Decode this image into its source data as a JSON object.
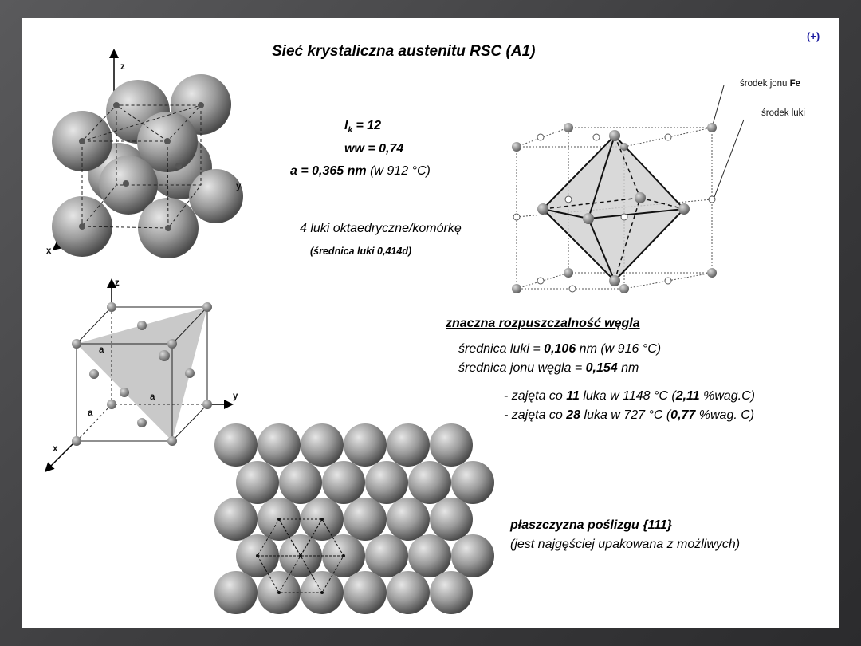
{
  "slide": {
    "title": "Sieć krystaliczna austenitu RSC (A1)",
    "badge": "(+)",
    "params": {
      "lk_sym": "l",
      "lk_sub": "k",
      "lk_val": " = 12",
      "ww": "ww = 0,74",
      "a_bold": "a = 0,365 nm",
      "a_note": " (w 912 °C)"
    },
    "voids_line": "4 luki oktaedryczne/komórkę",
    "void_diameter": "(średnica luki  0,414d)",
    "octa_labels": {
      "fe_prefix": "środek jonu ",
      "fe_bold": "Fe",
      "void_center": "środek luki"
    },
    "axes": {
      "x": "x",
      "y": "y",
      "z": "z",
      "a": "a"
    },
    "solubility": {
      "heading": "znaczna rozpuszczalność węgla",
      "line1_pre": "średnica luki = ",
      "line1_bold": "0,106",
      "line1_post": " nm (w 916 °C)",
      "line2_pre": "średnica jonu węgla = ",
      "line2_bold": "0,154",
      "line2_post": " nm",
      "occ1_pre": "- zajęta co ",
      "occ1_b1": "11",
      "occ1_mid": " luka w 1148 °C (",
      "occ1_b2": "2,11",
      "occ1_post": " %wag.C)",
      "occ2_pre": "- zajęta co ",
      "occ2_b1": "28",
      "occ2_mid": " luka w 727 °C (",
      "occ2_b2": "0,77",
      "occ2_post": " %wag. C)"
    },
    "slip": {
      "heading": "płaszczyzna poślizgu {111}",
      "note": "(jest najgęściej upakowana z możliwych)"
    }
  }
}
